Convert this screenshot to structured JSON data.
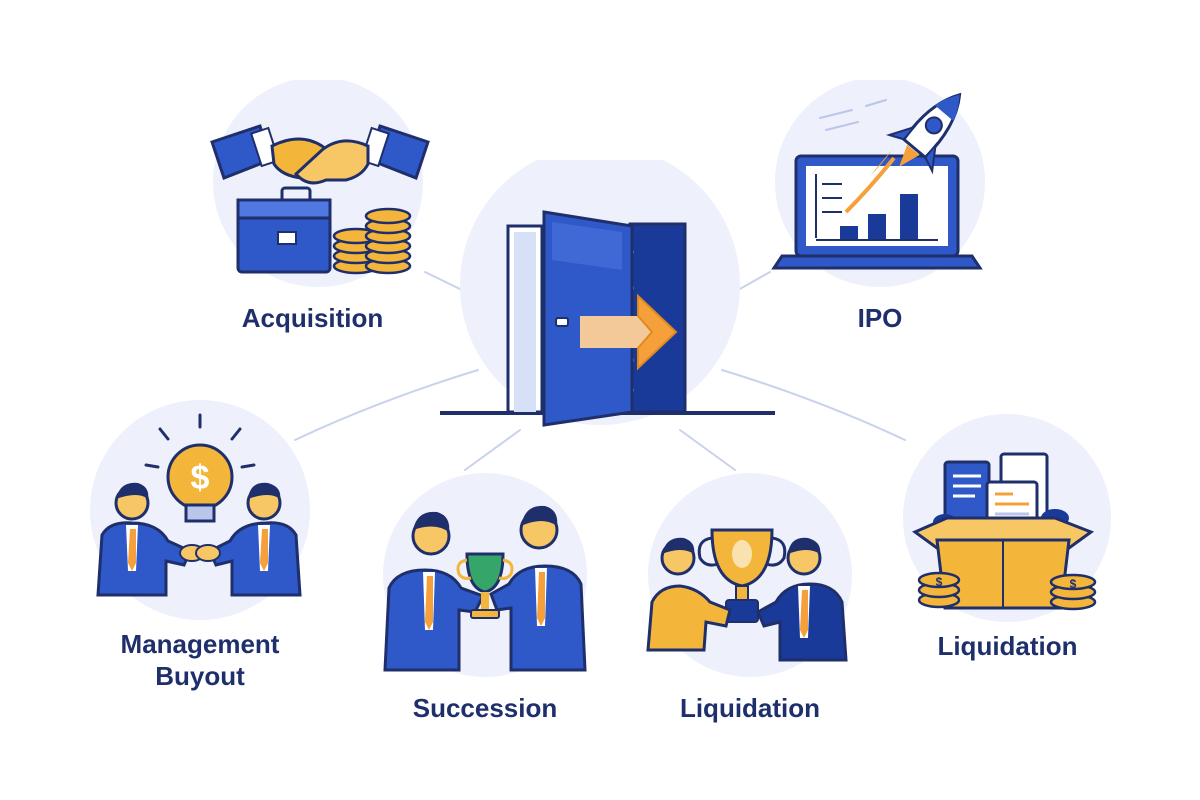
{
  "diagram": {
    "center": {
      "icon": "exit-door-icon"
    },
    "options": [
      {
        "key": "acquisition",
        "label": "Acquisition",
        "icon": "handshake-briefcase-coins-icon"
      },
      {
        "key": "ipo",
        "label": "IPO",
        "icon": "laptop-rocket-chart-icon"
      },
      {
        "key": "management_buyout",
        "label_line1": "Management",
        "label_line2": "Buyout",
        "icon": "bulb-dollar-two-people-icon"
      },
      {
        "key": "succession",
        "label": "Succession",
        "icon": "two-people-trophy-handoff-icon"
      },
      {
        "key": "liquidation_trophy",
        "label": "Liquidation",
        "icon": "trophy-exchange-icon"
      },
      {
        "key": "liquidation_box",
        "label": "Liquidation",
        "icon": "box-documents-coins-icon"
      }
    ]
  },
  "colors": {
    "navy": "#1f2f6b",
    "blue": "#2f58c8",
    "dark_blue": "#1a3a9a",
    "orange": "#f5a03a",
    "gold": "#f3b63a",
    "circle_bg": "#eef1fb",
    "connector": "#c9d2ec"
  }
}
